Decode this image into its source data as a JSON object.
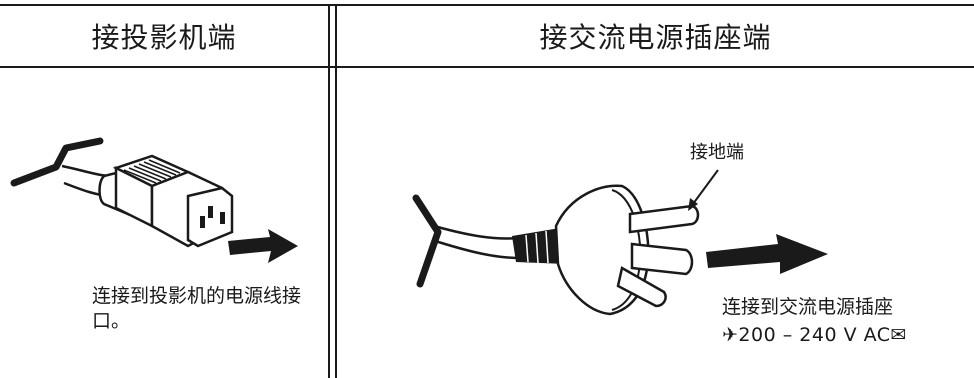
{
  "table": {
    "header_left": "接投影机端",
    "header_right": "接交流电源插座端"
  },
  "projector_side": {
    "caption": "连接到投影机的电源线接口。"
  },
  "outlet_side": {
    "ground_label": "接地端",
    "caption_line1": "连接到交流电源插座",
    "caption_line2": "✈200 – 240 V AC✉"
  }
}
